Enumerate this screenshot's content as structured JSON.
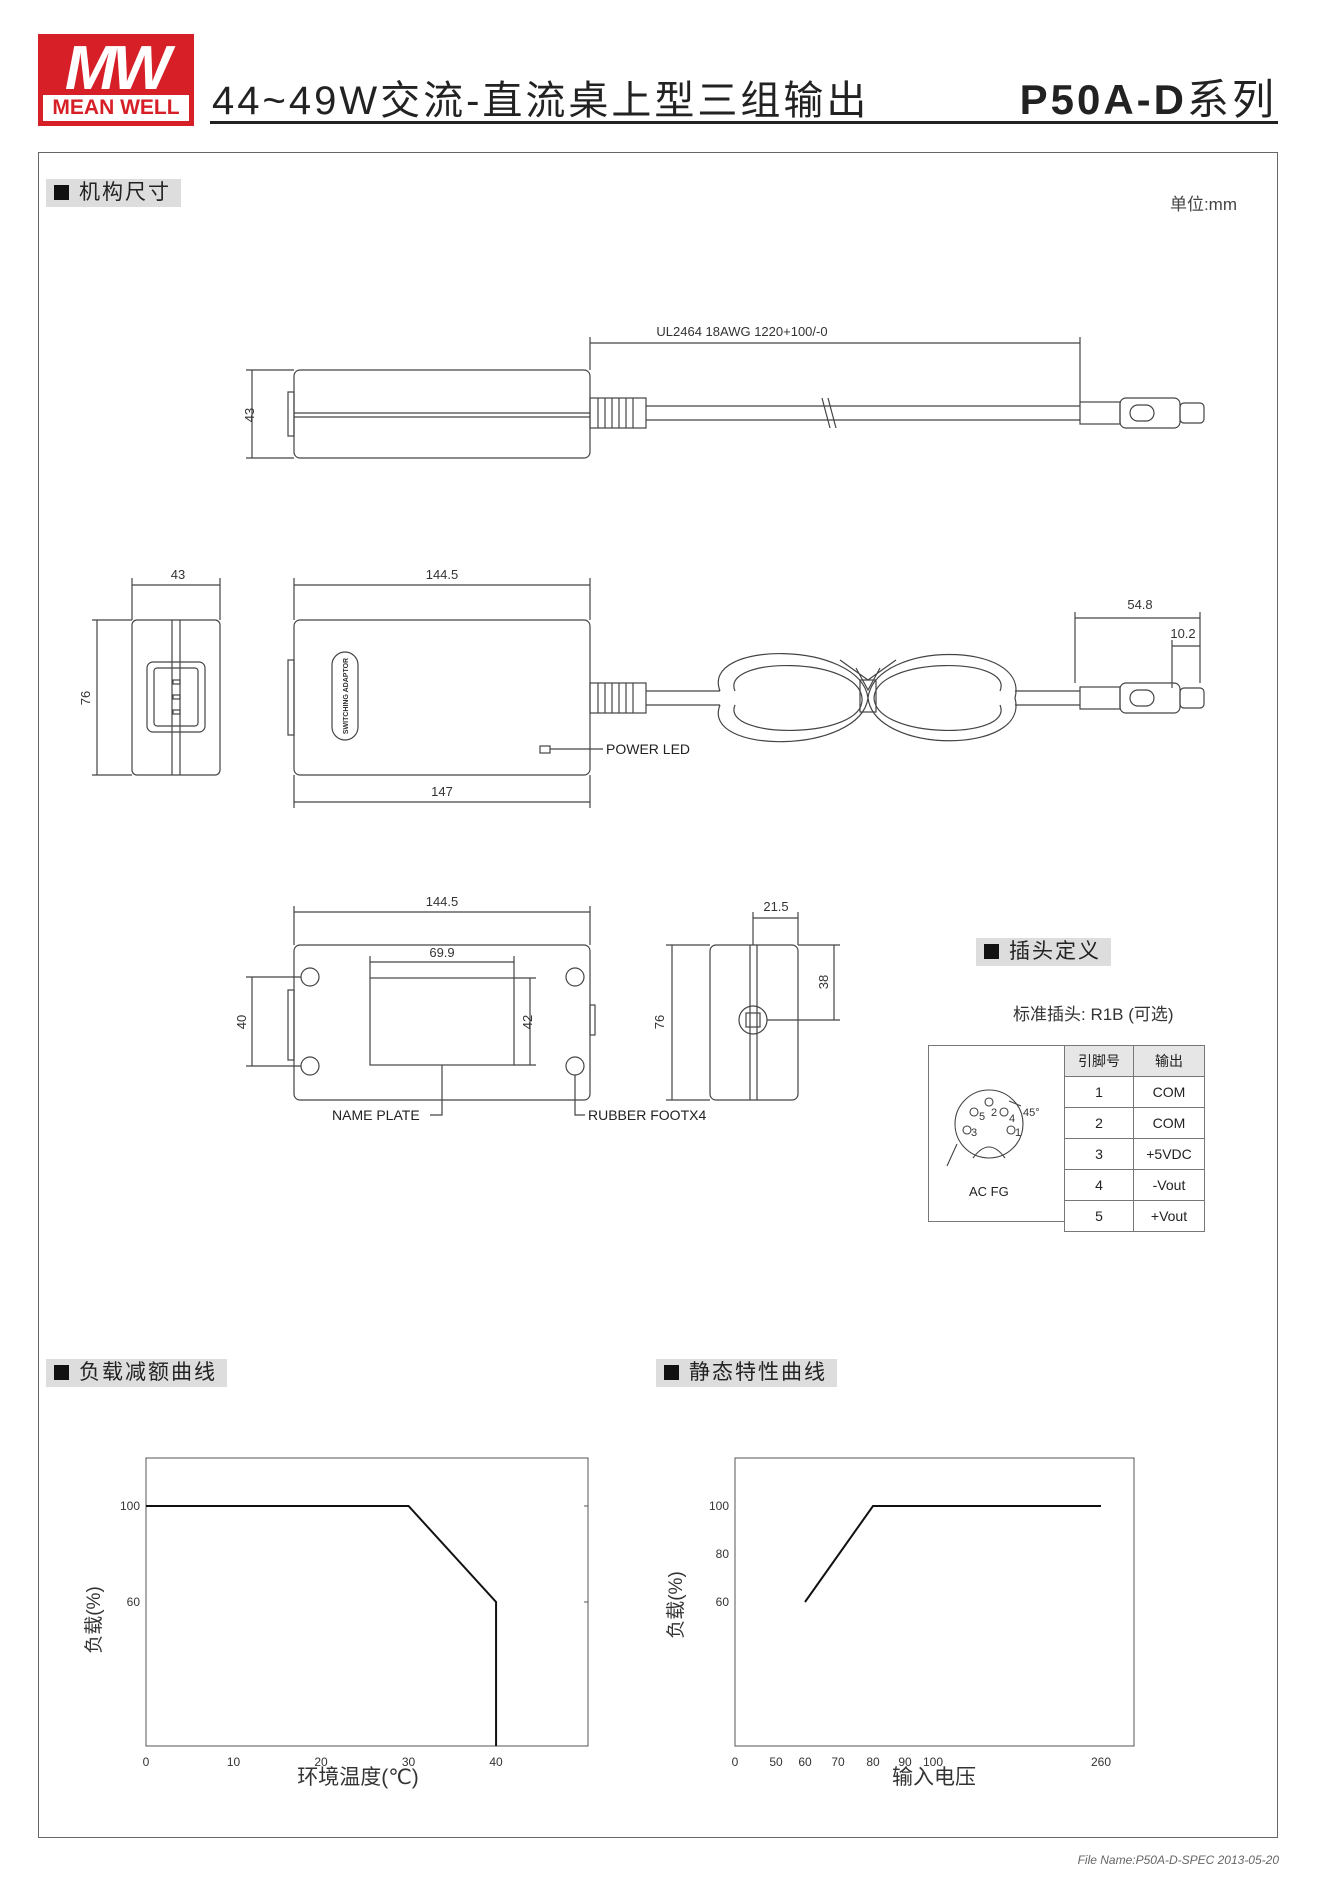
{
  "header": {
    "brand_top": "MW",
    "brand_bottom": "MEAN WELL",
    "title": "44~49W交流-直流桌上型三组输出",
    "series_model": "P50A-D",
    "series_suffix": "系列"
  },
  "mechanical": {
    "section_title": "机构尺寸",
    "unit": "单位:mm",
    "cable_spec": "UL2464 18AWG 1220+100/-0",
    "dims": {
      "side_height": "43",
      "front_width": "43",
      "front_height": "76",
      "top_length": "144.5",
      "bottom_length": "147",
      "plug_length": "54.8",
      "plug_tip": "10.2",
      "bottom_view_length": "144.5",
      "nameplate_width": "69.9",
      "nameplate_height": "42",
      "bottom_view_height": "40",
      "end_width": "21.5",
      "end_height": "76",
      "end_offset": "38"
    },
    "labels": {
      "power_led": "POWER LED",
      "switching_adaptor": "SWITCHING ADAPTOR",
      "name_plate": "NAME PLATE",
      "rubber_foot": "RUBBER FOOTX4"
    }
  },
  "connector": {
    "section_title": "插头定义",
    "standard": "标准插头: R1B (可选)",
    "pin_header": "引脚号",
    "output_header": "输出",
    "pins": [
      {
        "pin": "1",
        "output": "COM"
      },
      {
        "pin": "2",
        "output": "COM"
      },
      {
        "pin": "3",
        "output": "+5VDC"
      },
      {
        "pin": "4",
        "output": "-Vout"
      },
      {
        "pin": "5",
        "output": "+Vout"
      }
    ],
    "angle": "45°",
    "ac_fg": "AC FG",
    "pin_labels": [
      "5",
      "2",
      "4",
      "3",
      "1"
    ]
  },
  "derating": {
    "section_title": "负载减额曲线",
    "chart_data": {
      "type": "line",
      "x": [
        0,
        30,
        40,
        40
      ],
      "y": [
        100,
        100,
        60,
        0
      ],
      "xticks": [
        "0",
        "10",
        "20",
        "30",
        "40"
      ],
      "yticks": [
        "60",
        "100"
      ],
      "xlabel": "环境温度(℃)",
      "ylabel": "负载(%)",
      "xlim": [
        0,
        50
      ],
      "ylim": [
        0,
        120
      ]
    }
  },
  "static": {
    "section_title": "静态特性曲线",
    "chart_data": {
      "type": "line",
      "x": [
        60,
        80,
        100,
        260
      ],
      "y": [
        60,
        100,
        100,
        100
      ],
      "xticks": [
        "0",
        "50",
        "60",
        "70",
        "80",
        "90",
        "100",
        "260"
      ],
      "yticks": [
        "60",
        "80",
        "100"
      ],
      "xlabel": "输入电压",
      "ylabel": "负载(%)",
      "ylim": [
        0,
        120
      ]
    }
  },
  "footer": "File Name:P50A-D-SPEC   2013-05-20"
}
